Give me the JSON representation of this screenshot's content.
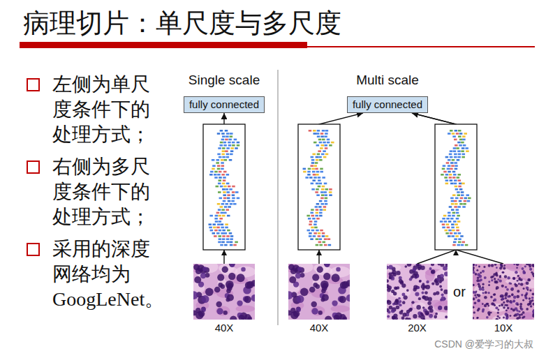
{
  "diagram": {
    "title": "病理切片：单尺度与多尺度",
    "nodes": [
      {
        "text": [
          "fully connected"
        ]
      },
      {
        "text": [
          "fully connected"
        ]
      },
      {
        "text": [
          "40X"
        ]
      },
      {
        "text": [
          "40X"
        ]
      },
      {
        "text": [
          "20X"
        ]
      },
      {
        "text": [
          "10X"
        ]
      }
    ],
    "edges": [
      {
        "from": 2,
        "to": 0,
        "arrow": "to"
      },
      {
        "from": 3,
        "to": 1,
        "arrow": "to"
      },
      {
        "from": 4,
        "to": 1,
        "arrow": "to"
      },
      {
        "from": 5,
        "to": 1,
        "arrow": "to"
      }
    ],
    "labels": [
      "左侧为单尺度条件下的处理方式；",
      "右侧为多尺度条件下的处理方式；",
      "采用的深度网络均为GoogLeNet。",
      "Single scale",
      "Multi scale",
      "or",
      "CSDN @爱学习的大叔"
    ]
  }
}
